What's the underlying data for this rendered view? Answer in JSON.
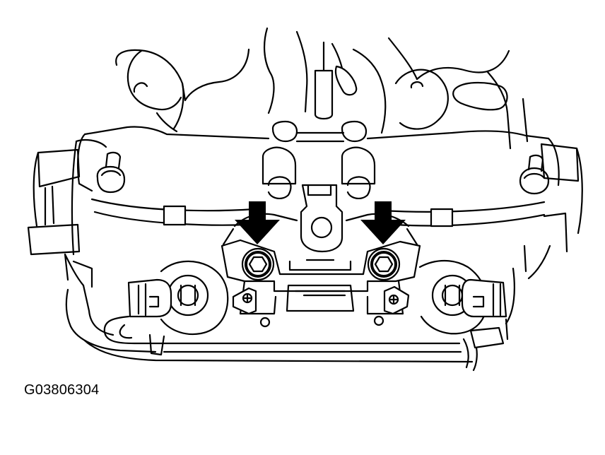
{
  "figure": {
    "code": "G03806304"
  },
  "parts": {
    "bolts": [
      {
        "name": "bolt-left",
        "icon": "hex-bolt-icon"
      },
      {
        "name": "bolt-right",
        "icon": "hex-bolt-icon"
      }
    ],
    "arrows": [
      {
        "name": "arrow-left",
        "icon": "arrow-down-icon",
        "color": "#000000"
      },
      {
        "name": "arrow-right",
        "icon": "arrow-down-icon",
        "color": "#000000"
      }
    ]
  }
}
